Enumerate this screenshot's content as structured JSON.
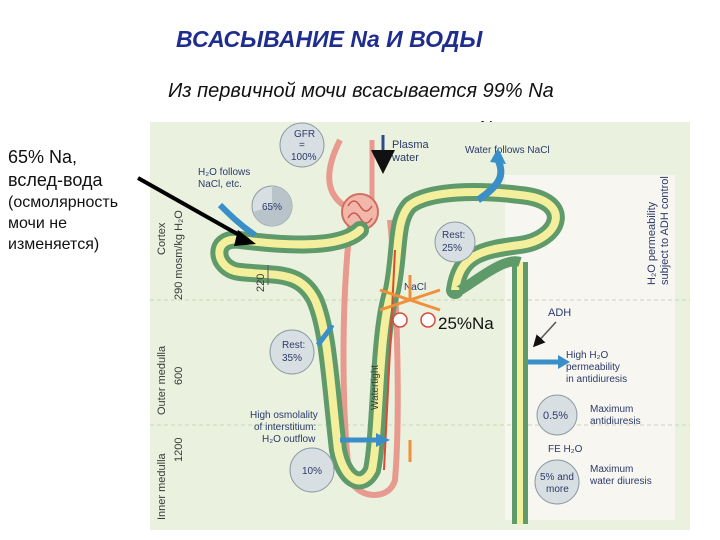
{
  "title": "ВСАСЫВАНИЕ Na И ВОДЫ",
  "subtitle": "Из первичной мочи всасывается 99% Na",
  "annotations": {
    "right_top": "Na,вслед-вода",
    "left_line1": "65% Na,",
    "left_line2": "вслед-вода",
    "left_line3": "(осмолярность",
    "left_line4": "мочи не",
    "left_line5": "изменяется)",
    "mid": "25%Na"
  },
  "figure": {
    "zones": {
      "cortex": "Cortex",
      "outer_medulla": "Outer medulla",
      "inner_medulla": "Inner medulla"
    },
    "osmolality": {
      "cortex": "290 mosm/kg H₂O",
      "outer": "600",
      "inner": "1200",
      "tubule_220": "220"
    },
    "gfr": {
      "label": "GFR",
      "equals": "=",
      "value": "100%"
    },
    "plasma_water": {
      "line1": "Plasma",
      "line2": "water"
    },
    "water_follows_nacl": "Water follows NaCl",
    "h2o_follows": {
      "line1": "H₂O follows",
      "line2": "NaCl, etc."
    },
    "pie_65": "65%",
    "rest_25": {
      "label": "Rest:",
      "value": "25%"
    },
    "nacl": "NaCl",
    "waterlight": "Watertight",
    "rest_35": {
      "label": "Rest:",
      "value": "35%"
    },
    "high_osm": {
      "line1": "High osmolality",
      "line2": "of interstitium:",
      "line3": "H₂O outflow"
    },
    "pie_10": "10%",
    "adh": "ADH",
    "h2o_permeability": {
      "line1": "H₂O permeability",
      "line2": "subject to ADH control"
    },
    "high_perm": {
      "line1": "High H₂O",
      "line2": "permeability",
      "line3": "in antidiuresis"
    },
    "pie_05": "0.5%",
    "max_antidiuresis": {
      "line1": "Maximum",
      "line2": "antidiuresis"
    },
    "fe_h2o": "FE H₂O",
    "pie_5": "5% and",
    "pie_5_more": "more",
    "max_water_diuresis": {
      "line1": "Maximum",
      "line2": "water diuresis"
    }
  },
  "colors": {
    "title": "#1f2d8f",
    "tubule_green": "#5f9a6a",
    "tubule_yellow": "#f3ef9c",
    "vessel_red": "#e89a8e",
    "arrow_blue": "#3b8fc9",
    "arrow_orange": "#f0903a",
    "panel_bg": "#eaf1df"
  }
}
